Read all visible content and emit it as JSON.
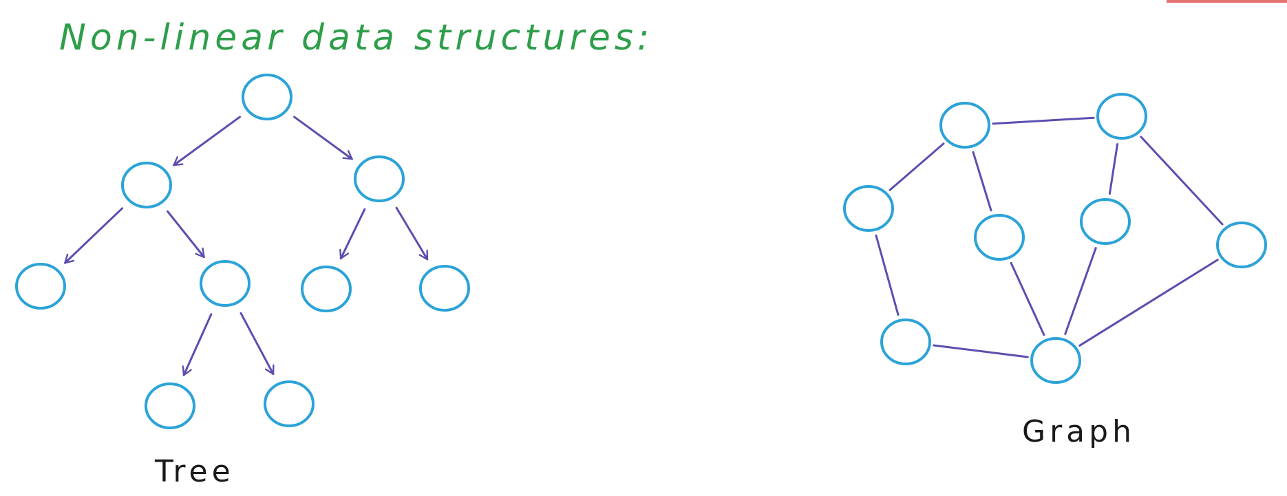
{
  "title": "Non-linear data structures:",
  "colors": {
    "title": "#2e9e4a",
    "node_stroke": "#2ba3d8",
    "edge": "#5a4fb0",
    "label": "#1a1a1a",
    "corner_mark": "#e57373"
  },
  "tree": {
    "label": "Tree",
    "nodes": [
      "root",
      "l",
      "r",
      "ll",
      "lr",
      "rl",
      "rr",
      "lrl",
      "lrr"
    ],
    "edges": [
      [
        "root",
        "l"
      ],
      [
        "root",
        "r"
      ],
      [
        "l",
        "ll"
      ],
      [
        "l",
        "lr"
      ],
      [
        "r",
        "rl"
      ],
      [
        "r",
        "rr"
      ],
      [
        "lr",
        "lrl"
      ],
      [
        "lr",
        "lrr"
      ]
    ],
    "directed": true
  },
  "graph": {
    "label": "Graph",
    "nodes": [
      "a",
      "b",
      "c",
      "d",
      "e",
      "f",
      "g",
      "h"
    ],
    "edges": [
      [
        "a",
        "b"
      ],
      [
        "a",
        "c"
      ],
      [
        "a",
        "e"
      ],
      [
        "b",
        "f"
      ],
      [
        "b",
        "g"
      ],
      [
        "c",
        "d"
      ],
      [
        "d",
        "h"
      ],
      [
        "e",
        "h"
      ],
      [
        "f",
        "h"
      ],
      [
        "g",
        "h"
      ]
    ],
    "directed": false
  }
}
